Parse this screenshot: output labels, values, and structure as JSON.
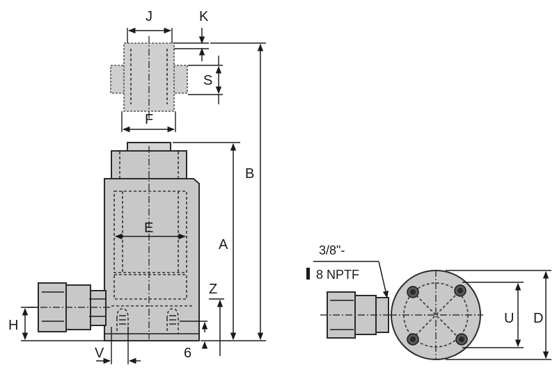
{
  "labels": {
    "J": "J",
    "K": "K",
    "S": "S",
    "F": "F",
    "B": "B",
    "A": "A",
    "E": "E",
    "Z": "Z",
    "H": "H",
    "V": "V",
    "six": "6",
    "U": "U",
    "D": "D"
  },
  "port_note": {
    "line1": "3/8\"-",
    "line2": "8 NPTF"
  },
  "colors": {
    "body_fill": "#c8c8c8",
    "stroke": "#2a2a2a",
    "background": "#ffffff"
  }
}
